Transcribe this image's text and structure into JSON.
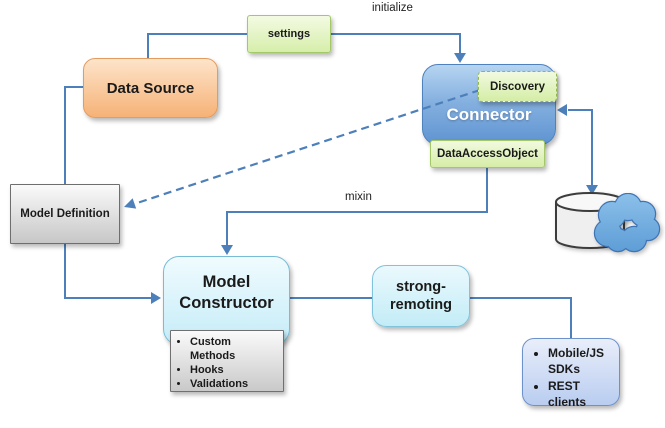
{
  "diagram": {
    "nodes": {
      "data_source": {
        "label": "Data Source"
      },
      "settings": {
        "label": "settings"
      },
      "connector": {
        "label": "Connector"
      },
      "discovery": {
        "label": "Discovery"
      },
      "data_access_object": {
        "label": "DataAccessObject"
      },
      "model_definition": {
        "label": "Model Definition"
      },
      "model_constructor": {
        "label": "Model Constructor"
      },
      "features": {
        "items": [
          "Custom Methods",
          "Hooks",
          "Validations"
        ]
      },
      "strong_remoting": {
        "label": "strong-remoting"
      },
      "clients": {
        "items": [
          "Mobile/JS SDKs",
          "REST clients"
        ]
      },
      "database": {
        "icon": "database-cylinder"
      },
      "cloud": {
        "icon": "cloud"
      }
    },
    "edge_labels": {
      "initialize": "initialize",
      "mixin": "mixin"
    },
    "colors": {
      "line_blue": "#4d80bb",
      "node_orange": "#f6b277",
      "node_green": "#d5eda6",
      "node_blue": "#5f94d1",
      "node_cyan": "#c5ecf8",
      "node_gray": "#c9c9c9",
      "node_client_blue": "#b9cdf0",
      "cloud_blue": "#6fa8dc",
      "background": "#ffffff"
    }
  }
}
